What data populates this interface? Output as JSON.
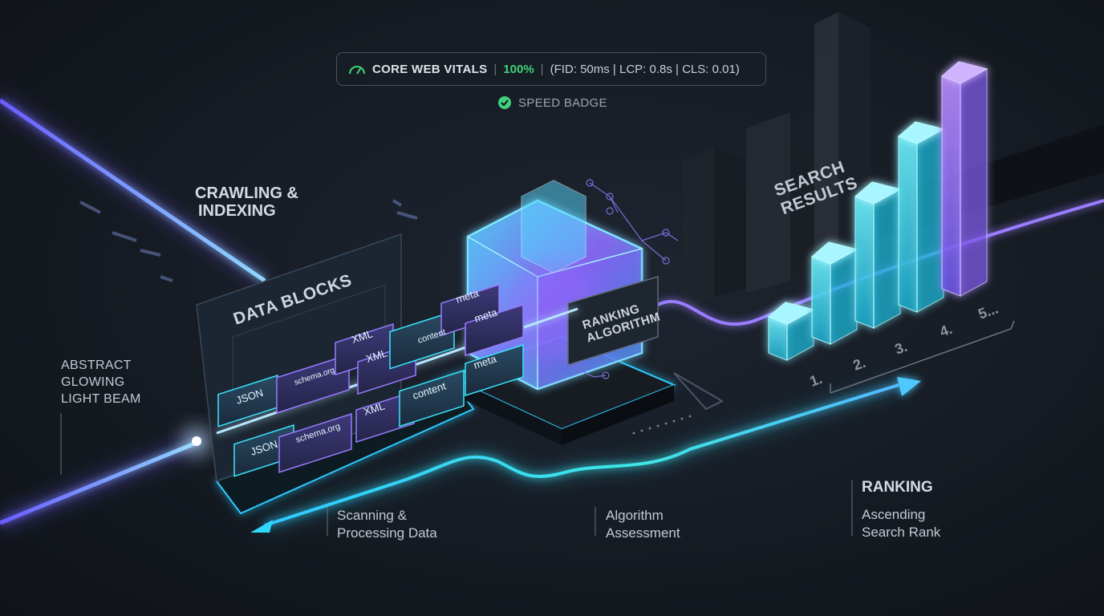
{
  "header": {
    "vitals_title": "CORE WEB VITALS",
    "separator": "|",
    "vitals_score": "100%",
    "vitals_metrics": "(FID: 50ms | LCP: 0.8s | CLS: 0.01)",
    "speed_badge": "SPEED BADGE"
  },
  "labels": {
    "crawling_line1": "CRAWLING &",
    "crawling_line2": "INDEXING",
    "data_blocks": "DATA BLOCKS",
    "ranking_algorithm_line1": "RANKING",
    "ranking_algorithm_line2": "ALGORITHM",
    "search_results_line1": "SEARCH",
    "search_results_line2": "RESULTS"
  },
  "tiles": [
    "JSON",
    "JSON",
    "schema.org",
    "XML",
    "XML",
    "content",
    "meta",
    "meta",
    "JSON",
    "schema.org",
    "XML",
    "content",
    "meta"
  ],
  "ranks": [
    "1.",
    "2.",
    "3.",
    "4.",
    "5..."
  ],
  "callouts": {
    "beam": [
      "ABSTRACT",
      "GLOWING",
      "LIGHT BEAM"
    ],
    "scanning": [
      "Scanning &",
      "Processing Data"
    ],
    "algorithm": [
      "Algorithm",
      "Assessment"
    ],
    "ranking_title": "RANKING",
    "ranking_sub": [
      "Ascending",
      "Search Rank"
    ]
  },
  "bar_levels": [
    1,
    2,
    3,
    4,
    5
  ],
  "colors": {
    "accent_cyan": "#39e6ff",
    "accent_purple": "#8b6bff",
    "score_green": "#3fd27a"
  },
  "icons": {
    "gauge": "gauge-icon",
    "check": "check-circle-icon"
  }
}
